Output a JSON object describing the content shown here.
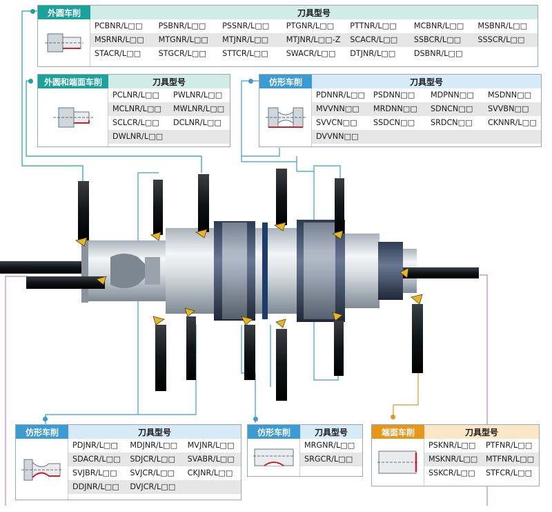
{
  "accent_colors": {
    "teal": "#1aa39b",
    "teal_light": "#d1ebe7",
    "blue": "#3b9bd4",
    "blue_light": "#d6eaf7",
    "orange": "#e8961a",
    "orange_light": "#fbe6c6",
    "leader_purple": "#b58bbf"
  },
  "panels": {
    "outer": {
      "tag": "外圆车削",
      "header": "刀具型号",
      "thumb_icon": "outer-turning-workpiece-icon",
      "items": [
        "PCBNR/L□□",
        "PSBNR/L□□",
        "PSSNR/L□□",
        "PTGNR/L□□",
        "PTTNR/L□□",
        "MCBNR/L□□",
        "MSBNR/L□□",
        "MSRNR/L□□",
        "MTGNR/L□□",
        "MTJNR/L□□",
        "MTJNR/L□□-Z",
        "SCACR/L□□",
        "SSBCR/L□□",
        "SSSCR/L□□",
        "STACR/L□□",
        "STGCR/L□□",
        "STTCR/L□□",
        "SWACR/L□□",
        "DTJNR/L□□",
        "DSBNR/L□□"
      ]
    },
    "outer_face": {
      "tag": "外圆和端面车削",
      "header": "刀具型号",
      "thumb_icon": "outer-face-turning-workpiece-icon",
      "items": [
        "PCLNR/L□□",
        "PWLNR/L□□",
        "MCLNR/L□□",
        "MWLNR/L□□",
        "SCLCR/L□□",
        "DCLNR/L□□",
        "DWLNR/L□□"
      ]
    },
    "copy_top": {
      "tag": "仿形车削",
      "header": "刀具型号",
      "thumb_icon": "copy-turning-spool-icon",
      "items": [
        "PDNNR/L□□",
        "PSDNN□□",
        "MDPNN□□",
        "MSDNN□□",
        "MVVNN□□",
        "MRDNN□□",
        "SDNCN□□",
        "SVVBN□□",
        "SVVCN□□",
        "SSDCN□□",
        "SRDCN□□",
        "CKNNR/L□□",
        "DVVNN□□"
      ]
    },
    "copy_bottom": {
      "tag": "仿形车削",
      "header": "刀具型号",
      "thumb_icon": "copy-turning-profile-icon",
      "items": [
        "PDJNR/L□□",
        "MDJNR/L□□",
        "MVJNR/L□□",
        "SDACR/L□□",
        "SDJCR/L□□",
        "SVABR/L□□",
        "SVJBR/L□□",
        "SVJCR/L□□",
        "CKJNR/L□□",
        "DDJNR/L□□",
        "DVJCR/L□□"
      ]
    },
    "copy_mid": {
      "tag": "仿形车削",
      "header": "刀具型号",
      "thumb_icon": "copy-turning-groove-icon",
      "items": [
        "MRGNR/L□□",
        "SRGCR/L□□"
      ]
    },
    "face": {
      "tag": "端面车削",
      "header": "刀具型号",
      "thumb_icon": "face-turning-workpiece-icon",
      "items": [
        "PSKNR/L□□",
        "PTFNR/L□□",
        "MSKNR/L□□",
        "MTFNR/L□□",
        "SSKCR/L□□",
        "STFCR/L□□"
      ]
    }
  },
  "illustration": {
    "icon": "turned-shaft-workpiece-icon",
    "tool_icon": "turning-tool-holder-icon"
  }
}
